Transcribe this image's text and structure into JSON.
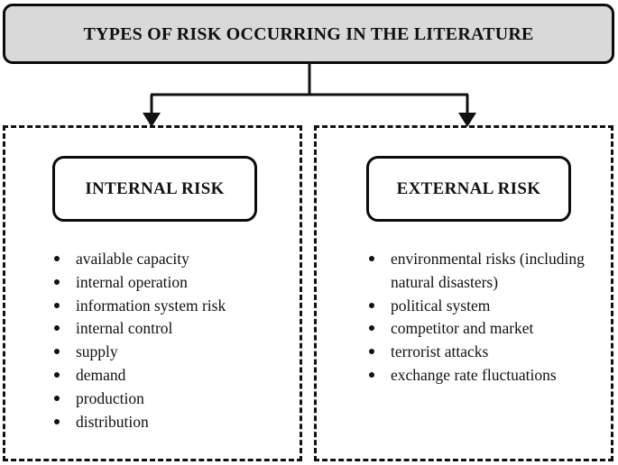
{
  "header": {
    "title": "TYPES OF RISK OCCURRING IN THE LITERATURE"
  },
  "colors": {
    "title_fill": "#d9d9d9",
    "stroke": "#111111",
    "panel_fill": "#ffffff",
    "text": "#111111"
  },
  "branches": [
    {
      "id": "internal",
      "label": "INTERNAL RISK",
      "items": [
        "available capacity",
        "internal operation",
        "information system risk",
        "internal control",
        "supply",
        "demand",
        "production",
        "distribution"
      ]
    },
    {
      "id": "external",
      "label": "EXTERNAL RISK",
      "items": [
        "environmental risks (including natural disasters)",
        "political system",
        "competitor and market",
        "terrorist attacks",
        "exchange rate fluctuations"
      ]
    }
  ],
  "connector": {
    "arrow_left_icon": "arrow-down-icon",
    "arrow_right_icon": "arrow-down-icon"
  }
}
